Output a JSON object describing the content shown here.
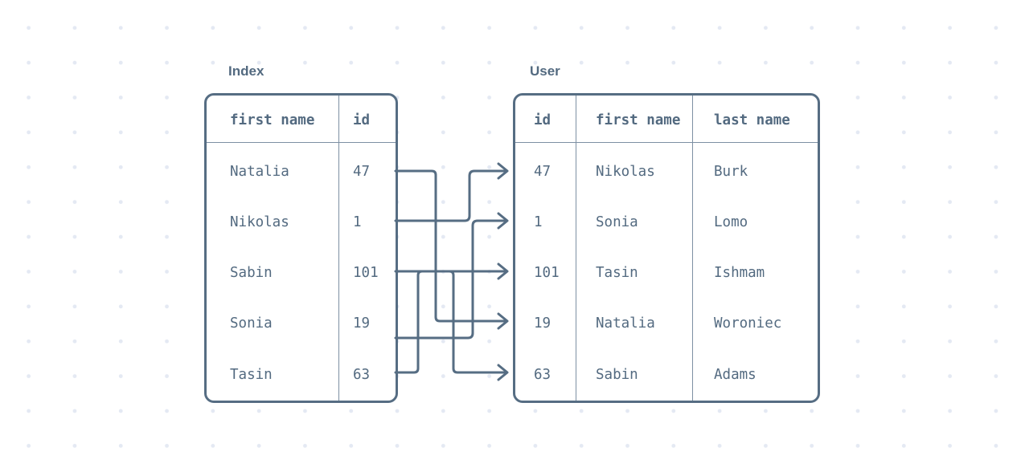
{
  "index_table": {
    "title": "Index",
    "headers": [
      "first name",
      "id"
    ],
    "rows": [
      [
        "Natalia",
        "47"
      ],
      [
        "Nikolas",
        "1"
      ],
      [
        "Sabin",
        "101"
      ],
      [
        "Sonia",
        "19"
      ],
      [
        "Tasin",
        "63"
      ]
    ]
  },
  "user_table": {
    "title": "User",
    "headers": [
      "id",
      "first name",
      "last name"
    ],
    "rows": [
      [
        "47",
        "Nikolas",
        "Burk"
      ],
      [
        "1",
        "Sonia",
        "Lomo"
      ],
      [
        "101",
        "Tasin",
        "Ishmam"
      ],
      [
        "19",
        "Natalia",
        "Woroniec"
      ],
      [
        "63",
        "Sabin",
        "Adams"
      ]
    ]
  },
  "links": [
    {
      "from": 0,
      "to": 3
    },
    {
      "from": 1,
      "to": 0
    },
    {
      "from": 2,
      "to": 4
    },
    {
      "from": 3,
      "to": 1
    },
    {
      "from": 4,
      "to": 2
    }
  ],
  "colors": {
    "stroke": "#566d83",
    "grid": "#7d90a3",
    "text": "#536a80",
    "dots": "#e4e9f3"
  }
}
